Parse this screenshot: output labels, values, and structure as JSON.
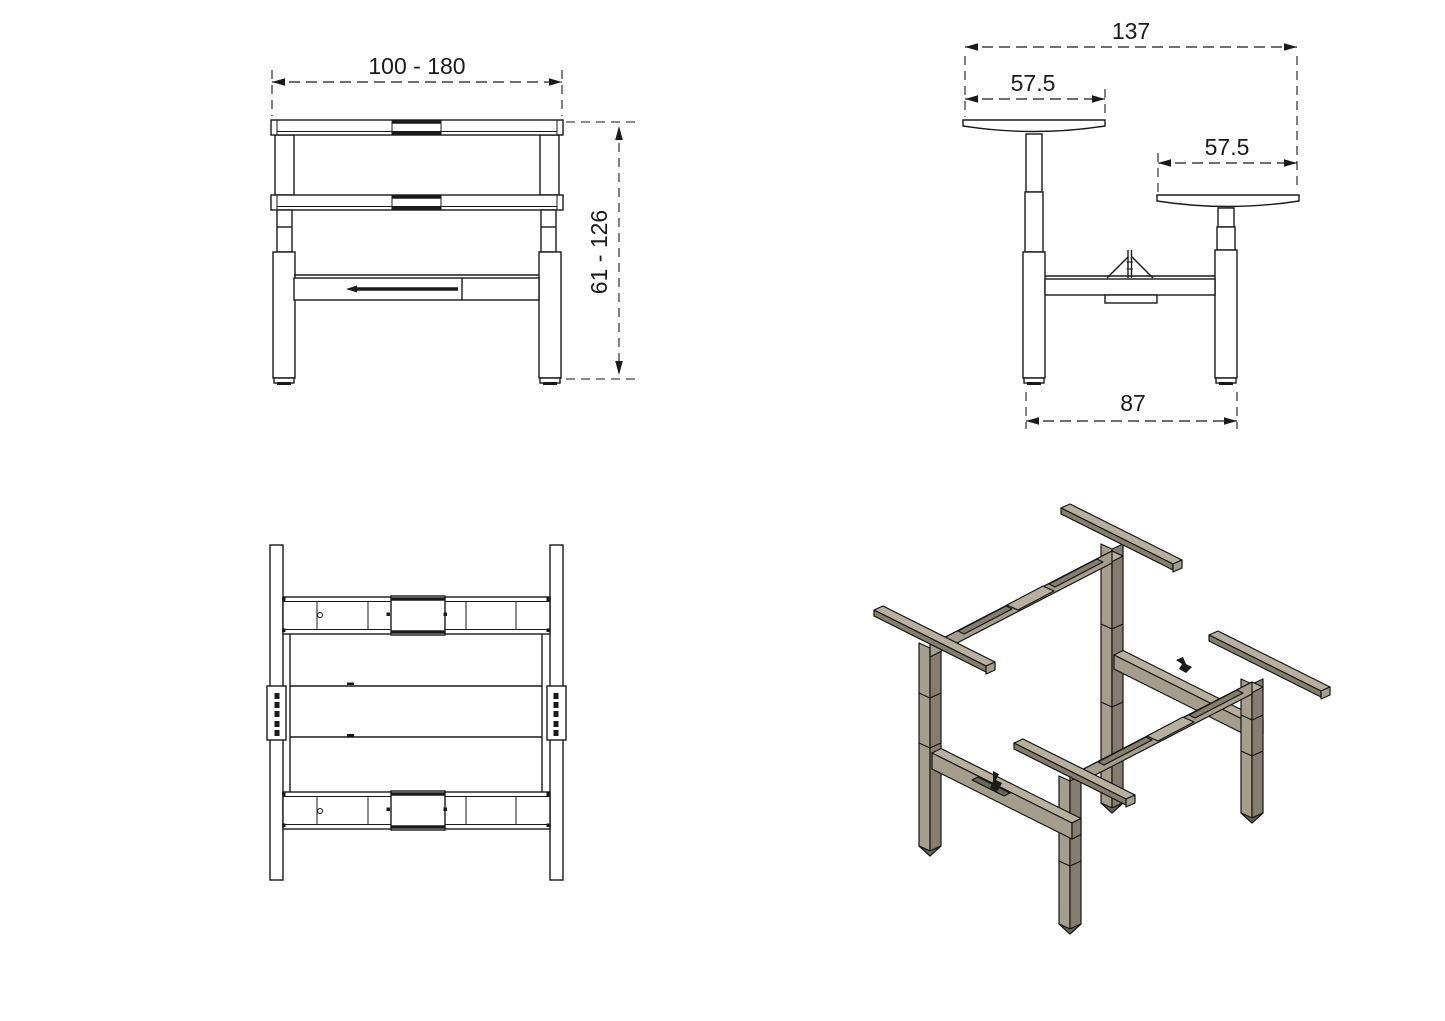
{
  "drawing": {
    "background": "#ffffff",
    "line_color": "#1a1a1a",
    "dimensions": {
      "front_width": "100 - 180",
      "front_height": "61 - 126",
      "side_overall_width": "137",
      "side_left_top": "57.5",
      "side_right_top": "57.5",
      "side_leg_span": "87"
    },
    "iso_colors": {
      "top_face": "#b7b09f",
      "left_face": "#a59e8c",
      "right_face": "#857e6e",
      "shadow_face": "#6b6558"
    }
  }
}
